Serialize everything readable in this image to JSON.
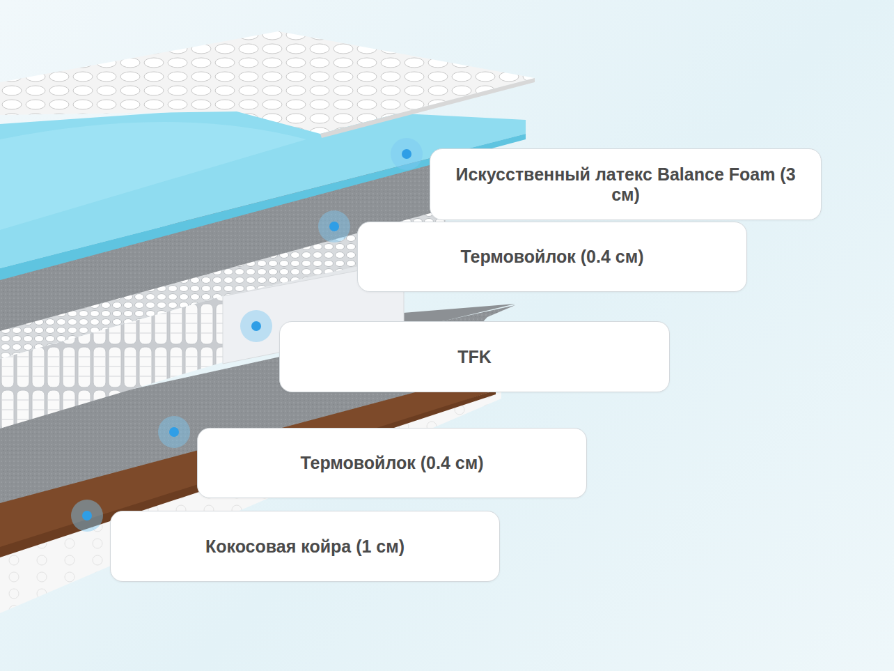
{
  "diagram": {
    "nodes": [
      {
        "text": [
          "Искусственный латекс Balance Foam (3 см)"
        ]
      },
      {
        "text": [
          "Термовойлок (0.4 см)"
        ]
      },
      {
        "text": [
          "TFK"
        ]
      },
      {
        "text": [
          "Термовойлок (0.4 см)"
        ]
      },
      {
        "text": [
          "Кокосовая койра (1 см)"
        ]
      }
    ]
  }
}
